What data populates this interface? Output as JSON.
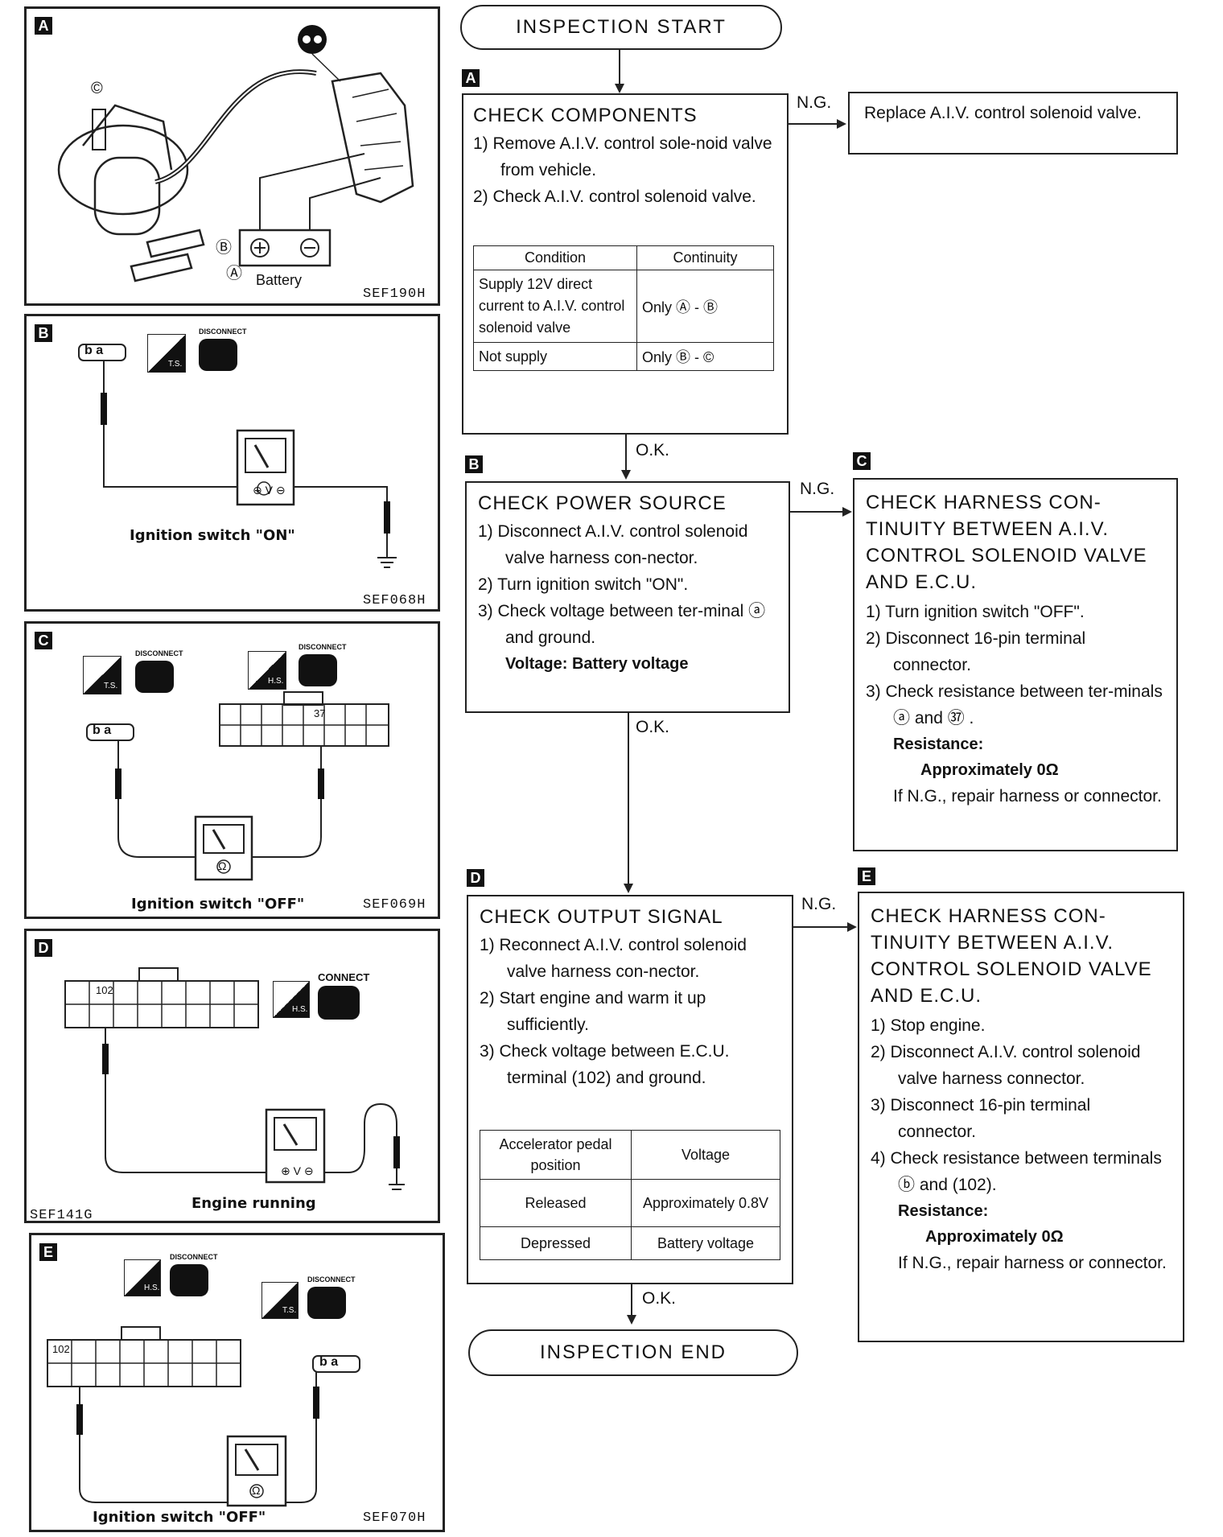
{
  "panels": {
    "a": {
      "tag": "A",
      "code": "SEF190H",
      "battery": "Battery",
      "letter_c": "©",
      "letter_b": "Ⓑ",
      "letter_a": "Ⓐ"
    },
    "b": {
      "tag": "B",
      "code": "SEF068H",
      "caption": "Ignition switch \"ON\"",
      "connector": "b a",
      "ts": "T.S.",
      "disconnect": "DISCONNECT"
    },
    "c": {
      "tag": "C",
      "code": "SEF069H",
      "caption": "Ignition switch \"OFF\"",
      "connector": "b a",
      "ts": "T.S.",
      "hs": "H.S.",
      "disconnect": "DISCONNECT",
      "pin": "37"
    },
    "d": {
      "tag": "D",
      "code": "SEF141G",
      "caption": "Engine running",
      "hs": "H.S.",
      "connect": "CONNECT",
      "pin": "102"
    },
    "e": {
      "tag": "E",
      "code": "SEF070H",
      "caption": "Ignition switch \"OFF\"",
      "hs": "H.S.",
      "ts": "T.S.",
      "disconnect": "DISCONNECT",
      "pin": "102",
      "connector": "b a"
    }
  },
  "flow": {
    "start": "INSPECTION START",
    "end": "INSPECTION END",
    "ng": "N.G.",
    "ok": "O.K.",
    "tags": {
      "a": "A",
      "b": "B",
      "c": "C",
      "d": "D",
      "e": "E"
    },
    "replace": "Replace A.I.V. control solenoid valve.",
    "components": {
      "title": "CHECK COMPONENTS",
      "steps": [
        "1) Remove A.I.V. control sole-noid valve from vehicle.",
        "2) Check A.I.V. control solenoid valve."
      ],
      "table": {
        "headers": [
          "Condition",
          "Continuity"
        ],
        "rows": [
          [
            "Supply 12V direct current to A.I.V. control solenoid valve",
            "Only Ⓐ - Ⓑ"
          ],
          [
            "Not supply",
            "Only Ⓑ - ©"
          ]
        ]
      }
    },
    "power": {
      "title": "CHECK POWER SOURCE",
      "steps": [
        "1) Disconnect A.I.V. control solenoid valve harness con-nector.",
        "2) Turn ignition switch \"ON\".",
        "3) Check voltage between ter-minal ⓐ and ground."
      ],
      "spec": "Voltage:  Battery voltage"
    },
    "harness1": {
      "title": "CHECK HARNESS CON-TINUITY BETWEEN A.I.V. CONTROL SOLENOID VALVE AND E.C.U.",
      "steps": [
        "1) Turn ignition switch \"OFF\".",
        "2) Disconnect 16-pin terminal connector.",
        "3) Check resistance between ter-minals ⓐ and ㊲ ."
      ],
      "spec_label": "Resistance:",
      "spec_value": "Approximately 0Ω",
      "note": "If N.G., repair harness or connector."
    },
    "output": {
      "title": "CHECK OUTPUT SIGNAL",
      "steps": [
        "1) Reconnect A.I.V. control solenoid valve harness con-nector.",
        "2) Start engine and warm it up sufficiently.",
        "3) Check voltage between E.C.U. terminal (102) and ground."
      ],
      "table": {
        "headers": [
          "Accelerator pedal position",
          "Voltage"
        ],
        "rows": [
          [
            "Released",
            "Approximately 0.8V"
          ],
          [
            "Depressed",
            "Battery voltage"
          ]
        ]
      }
    },
    "harness2": {
      "title": "CHECK HARNESS CON-TINUITY BETWEEN A.I.V. CONTROL SOLENOID VALVE AND E.C.U.",
      "steps": [
        "1) Stop engine.",
        "2) Disconnect A.I.V. control solenoid valve harness connector.",
        "3) Disconnect 16-pin terminal connector.",
        "4) Check resistance between terminals ⓑ and (102)."
      ],
      "spec_label": "Resistance:",
      "spec_value": "Approximately 0Ω",
      "note": "If N.G., repair harness or connector."
    }
  }
}
